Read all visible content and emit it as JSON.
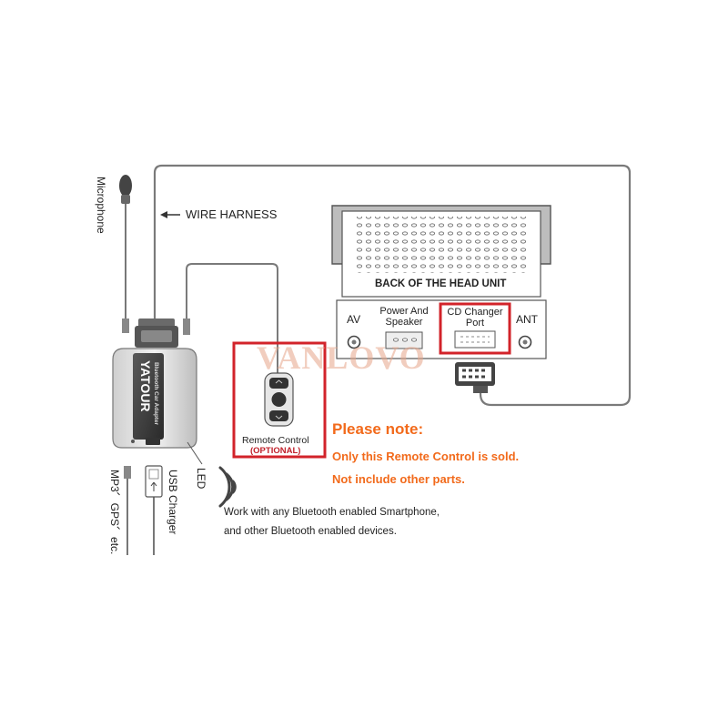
{
  "labels": {
    "wire_harness": "WIRE HARNESS",
    "microphone": "Microphone",
    "back_of_head_unit": "BACK OF THE HEAD UNIT",
    "av": "AV",
    "power_speaker_1": "Power And",
    "power_speaker_2": "Speaker",
    "cd_changer_1": "CD Changer",
    "cd_changer_2": "Port",
    "ant": "ANT",
    "remote_control": "Remote Control",
    "optional": "(OPTIONAL)",
    "led": "LED",
    "usb_charger": "USB Charger",
    "mp3_gps": "MP3、GPS、etc.",
    "brand": "YATOUR",
    "adapter_name": "Bluetooth Car Adapter",
    "watermark": "VANLOVO"
  },
  "note": {
    "title": "Please note:",
    "line1": "Only this Remote Control is sold.",
    "line2": "Not include other parts."
  },
  "bluetooth": {
    "line1": "Work with any Bluetooth enabled Smartphone,",
    "line2": "and other Bluetooth enabled devices."
  },
  "colors": {
    "highlight": "#d2232a",
    "note": "#f26a1b",
    "optional": "#c0202a",
    "line": "#777777"
  }
}
